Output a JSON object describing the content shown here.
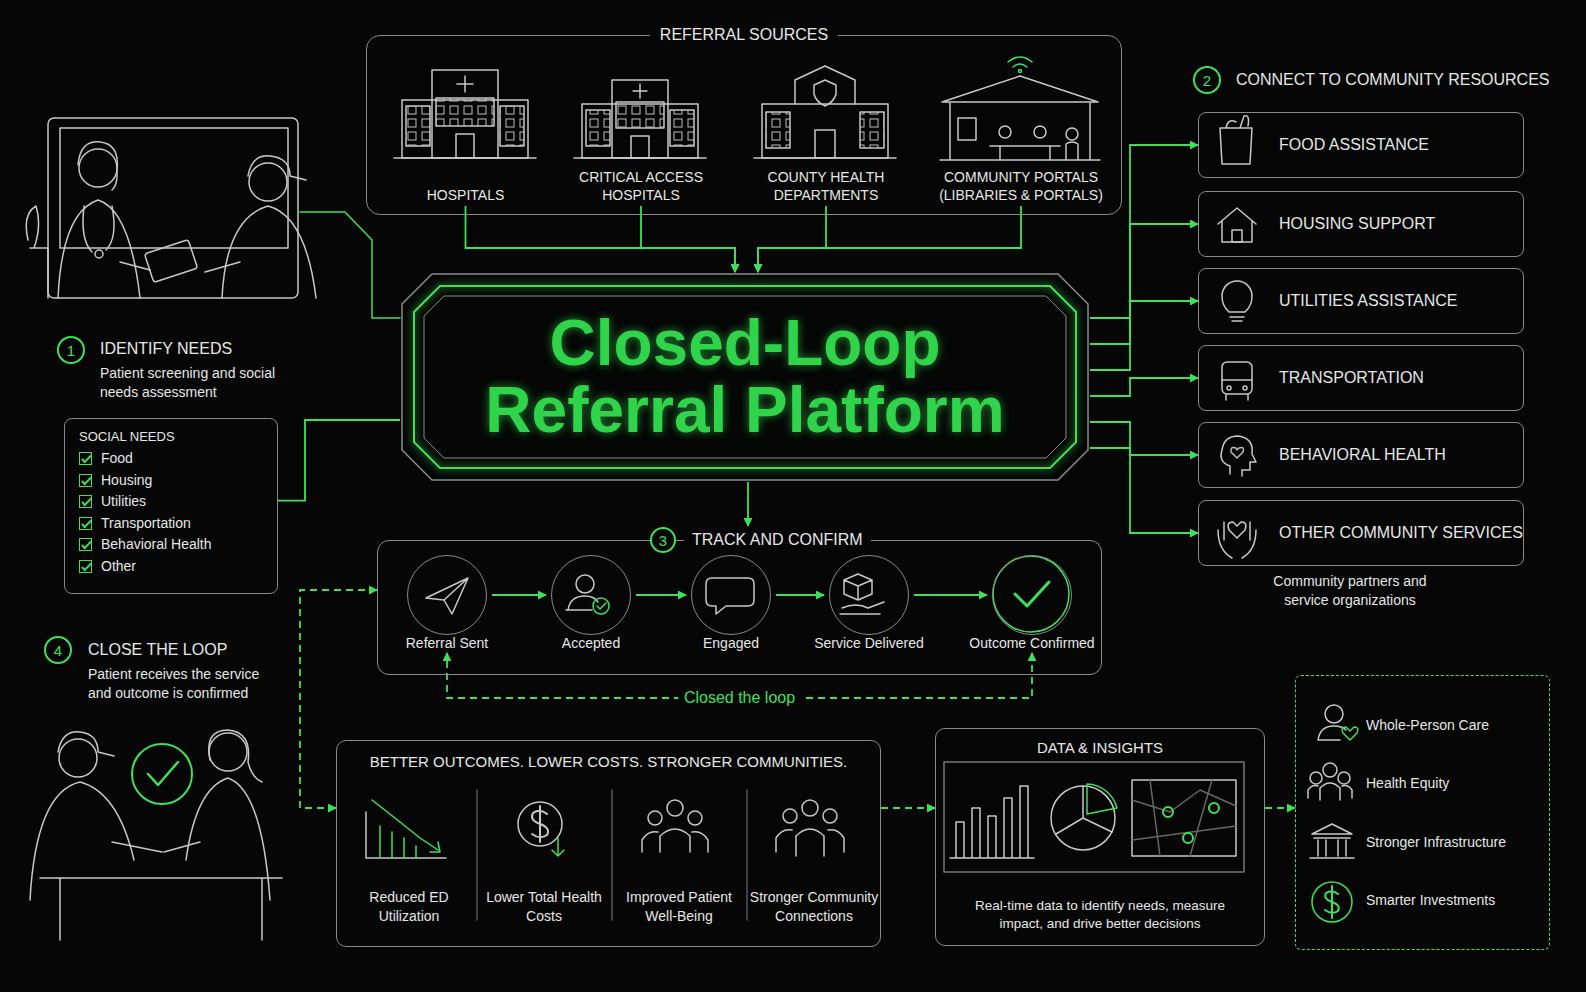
{
  "diagram": {
    "nodes": [
      {
        "text": [
          "REFERRAL SOURCES"
        ]
      },
      {
        "text": [
          "HOSPITALS"
        ],
        "in": 0
      },
      {
        "text": [
          "CRITICAL ACCESS HOSPITALS"
        ],
        "in": 0
      },
      {
        "text": [
          "COUNTY HEALTH DEPARTMENTS"
        ],
        "in": 0
      },
      {
        "text": [
          "COMMUNITY PORTALS (LIBRARIES & PORTALS)"
        ],
        "in": 0
      },
      {
        "text": [
          "SOCIAL NEEDS",
          "Food",
          "Housing",
          "Utilities",
          "Transportation",
          "Behavioral Health",
          "Other"
        ]
      },
      {
        "text": [
          "Closed-Loop Referral Platform"
        ]
      },
      {
        "text": [
          "FOOD ASSISTANCE"
        ]
      },
      {
        "text": [
          "HOUSING SUPPORT"
        ]
      },
      {
        "text": [
          "UTILITIES ASSISTANCE"
        ]
      },
      {
        "text": [
          "TRANSPORTATION"
        ]
      },
      {
        "text": [
          "BEHAVIORAL HEALTH"
        ]
      },
      {
        "text": [
          "OTHER COMMUNITY SERVICES"
        ]
      },
      {
        "text": [
          "TRACK AND CONFIRM"
        ]
      },
      {
        "text": [
          "Referral Sent"
        ],
        "in": 13
      },
      {
        "text": [
          "Accepted"
        ],
        "in": 13
      },
      {
        "text": [
          "Engaged"
        ],
        "in": 13
      },
      {
        "text": [
          "Service Delivered"
        ],
        "in": 13
      },
      {
        "text": [
          "Outcome Confirmed"
        ],
        "in": 13
      },
      {
        "text": [
          "BETTER OUTCOMES. LOWER COSTS. STRONGER COMMUNITIES."
        ]
      },
      {
        "text": [
          "Reduced ED Utilization"
        ],
        "in": 19
      },
      {
        "text": [
          "Lower Total Health Costs"
        ],
        "in": 19
      },
      {
        "text": [
          "Improved Patient Well-Being"
        ],
        "in": 19
      },
      {
        "text": [
          "Stronger Community Connections"
        ],
        "in": 19
      },
      {
        "text": [
          "DATA & INSIGHTS",
          "Real-time data to identify needs, measure impact, and drive better decisions"
        ]
      },
      {
        "text": [
          "Whole-Person Care",
          "Health Equity",
          "Stronger Infrastructure",
          "Smarter Investments"
        ]
      }
    ],
    "edges": [
      {
        "from": 1,
        "to": 6,
        "arrow": "to"
      },
      {
        "from": 2,
        "to": 6,
        "arrow": "to"
      },
      {
        "from": 3,
        "to": 6,
        "arrow": "to"
      },
      {
        "from": 4,
        "to": 6,
        "arrow": "to"
      },
      {
        "from": 5,
        "to": 6,
        "arrow": "none"
      },
      {
        "from": 6,
        "to": 7,
        "arrow": "to"
      },
      {
        "from": 6,
        "to": 8,
        "arrow": "to"
      },
      {
        "from": 6,
        "to": 9,
        "arrow": "to"
      },
      {
        "from": 6,
        "to": 10,
        "arrow": "to"
      },
      {
        "from": 6,
        "to": 11,
        "arrow": "to"
      },
      {
        "from": 6,
        "to": 12,
        "arrow": "to"
      },
      {
        "from": 6,
        "to": 13,
        "arrow": "to"
      },
      {
        "from": 14,
        "to": 15,
        "arrow": "to"
      },
      {
        "from": 15,
        "to": 16,
        "arrow": "to"
      },
      {
        "from": 16,
        "to": 17,
        "arrow": "to"
      },
      {
        "from": 17,
        "to": 18,
        "arrow": "to"
      },
      {
        "from": 18,
        "to": 14,
        "label": "Closed the loop",
        "arrow": "both"
      },
      {
        "from": 13,
        "to": 19,
        "arrow": "both"
      },
      {
        "from": 19,
        "to": 24,
        "arrow": "to"
      },
      {
        "from": 24,
        "to": 25,
        "arrow": "to"
      }
    ],
    "labels": [
      "1",
      "IDENTIFY NEEDS",
      "Patient screening and social needs assessment",
      "2",
      "CONNECT TO COMMUNITY RESOURCES",
      "Community partners and service organizations",
      "3",
      "4",
      "CLOSE THE LOOP",
      "Patient receives the service and outcome is confirmed"
    ]
  }
}
